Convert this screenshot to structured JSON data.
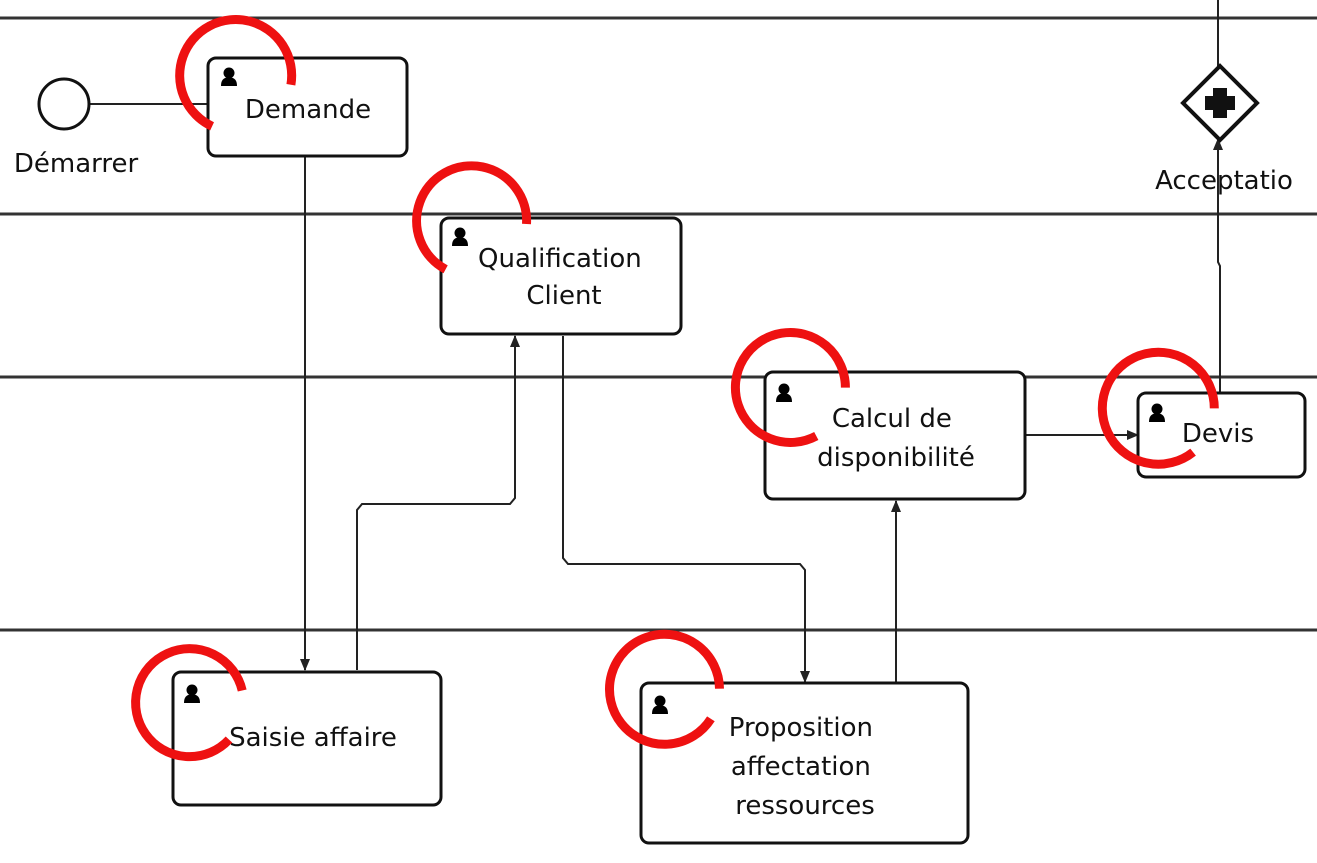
{
  "diagram": {
    "start_event": {
      "label": "Démarrer"
    },
    "gateway": {
      "label": "Acceptatio",
      "type": "parallel-gateway"
    },
    "tasks": [
      {
        "id": "demande",
        "lines": [
          "Demande"
        ],
        "icon": "user-task-icon",
        "highlighted": true
      },
      {
        "id": "qualification-client",
        "lines": [
          "Qualification",
          "Client"
        ],
        "icon": "user-task-icon",
        "highlighted": true
      },
      {
        "id": "calcul-disponibilite",
        "lines": [
          "Calcul de",
          "disponibilité"
        ],
        "icon": "user-task-icon",
        "highlighted": true
      },
      {
        "id": "devis",
        "lines": [
          "Devis"
        ],
        "icon": "user-task-icon",
        "highlighted": true
      },
      {
        "id": "saisie-affaire",
        "lines": [
          "Saisie affaire"
        ],
        "icon": "user-task-icon",
        "highlighted": true
      },
      {
        "id": "proposition-affectation",
        "lines": [
          "Proposition",
          "affectation",
          "ressources"
        ],
        "icon": "user-task-icon",
        "highlighted": true
      }
    ],
    "highlight_color": "#ee1111",
    "line_color": "#222222"
  }
}
